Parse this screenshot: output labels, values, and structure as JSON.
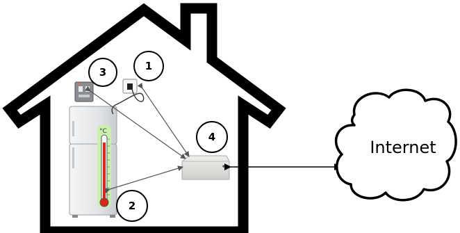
{
  "labels": {
    "outlet": "1",
    "fridge_sensor": "2",
    "controller": "3",
    "gateway": "4"
  },
  "cloud": {
    "text": "Internet"
  },
  "thermometer": {
    "unit": "°C"
  },
  "colors": {
    "house_outline": "#000000",
    "fridge_body": "#e6e8ea",
    "thermo_red": "#d8261a",
    "thermo_glow": "#c9f2a8",
    "gateway_body": "#e0e0de",
    "controller_box": "#8a8d91",
    "arrow_line": "#555555"
  }
}
